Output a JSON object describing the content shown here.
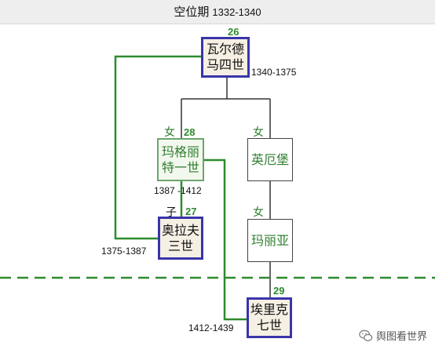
{
  "header": {
    "title": "空位期",
    "years": "1332-1340"
  },
  "persons": {
    "walter": {
      "line1": "瓦尔德",
      "line2": "马四世",
      "number": "26",
      "years": "1340-1375"
    },
    "margaret": {
      "line1": "玛格丽",
      "line2": "特一世",
      "number": "28",
      "relation": "女",
      "years": "1387 -1412"
    },
    "olaf": {
      "line1": "奥拉夫",
      "line2": "三世",
      "number": "27",
      "relation": "子",
      "years": "1375-1387"
    },
    "ingeborg": {
      "line1": "英厄堡",
      "relation": "女"
    },
    "maria": {
      "line1": "玛丽亚",
      "relation": "女"
    },
    "eric": {
      "line1": "埃里克",
      "line2": "七世",
      "number": "29",
      "years": "1412-1439"
    }
  },
  "watermark": {
    "text": "舆图看世界",
    "icon": "wechat-icon"
  },
  "colors": {
    "ruler_border": "#3a35a8",
    "green_line": "#2e8b2e",
    "dashed_line": "#2e8b2e"
  }
}
